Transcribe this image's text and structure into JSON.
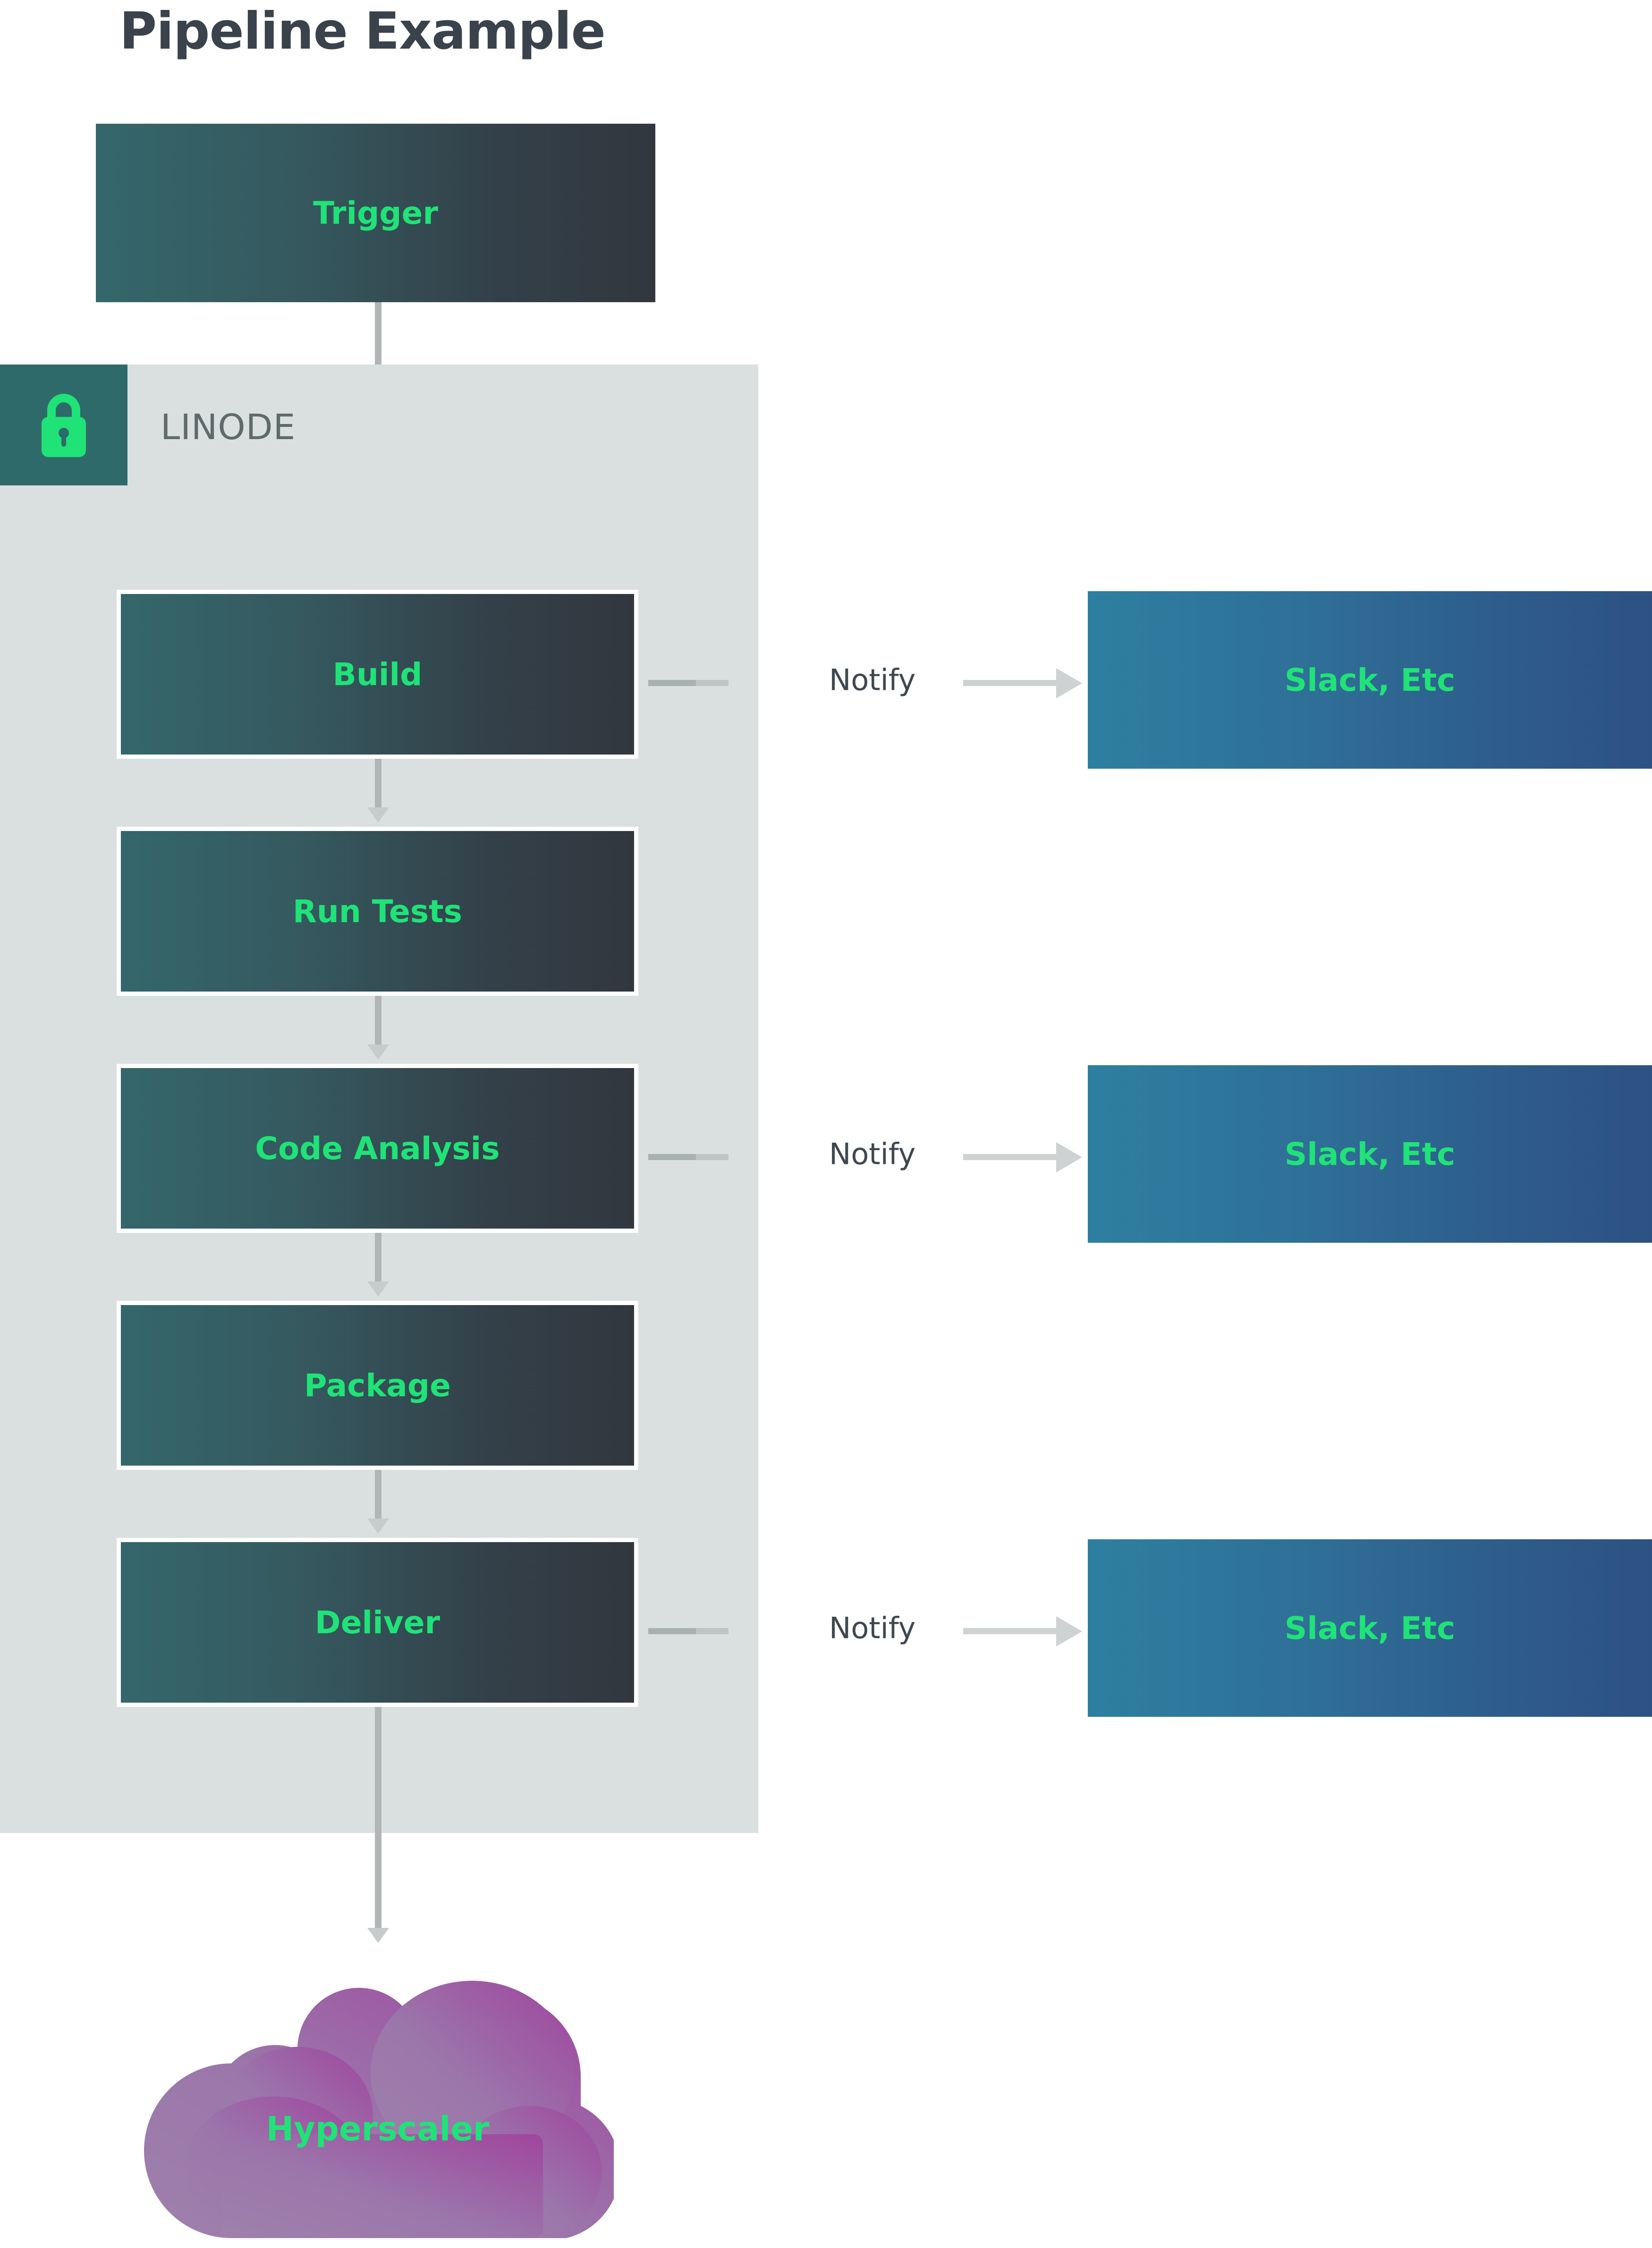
{
  "title": "Pipeline Example",
  "zone": {
    "label": "LINODE",
    "icon": "lock-icon",
    "bg_color": "#d9e0df",
    "badge_color": "#2f6a6a",
    "icon_color": "#1fe377"
  },
  "colors": {
    "accent_green": "#1fe377",
    "stage_gradient_start": "#34676b",
    "stage_gradient_end": "#32373e",
    "notify_gradient_start": "#2d7fa0",
    "notify_gradient_end": "#2d5183",
    "cloud_gradient_start": "#9a7aa8",
    "cloud_gradient_end": "#a0459e",
    "connector_gray": "#bfc4c4",
    "title_color": "#3a424b",
    "zone_label_color": "#5f6a6a"
  },
  "trigger": {
    "label": "Trigger"
  },
  "stages": [
    {
      "label": "Build"
    },
    {
      "label": "Run Tests"
    },
    {
      "label": "Code Analysis"
    },
    {
      "label": "Package"
    },
    {
      "label": "Deliver"
    }
  ],
  "notify_edges": [
    {
      "edge_label": "Notify",
      "target": "Slack, Etc",
      "from_stage": "Build"
    },
    {
      "edge_label": "Notify",
      "target": "Slack, Etc",
      "from_stage": "Code Analysis"
    },
    {
      "edge_label": "Notify",
      "target": "Slack, Etc",
      "from_stage": "Deliver"
    }
  ],
  "cloud": {
    "label": "Hyperscaler",
    "shape": "cloud"
  }
}
